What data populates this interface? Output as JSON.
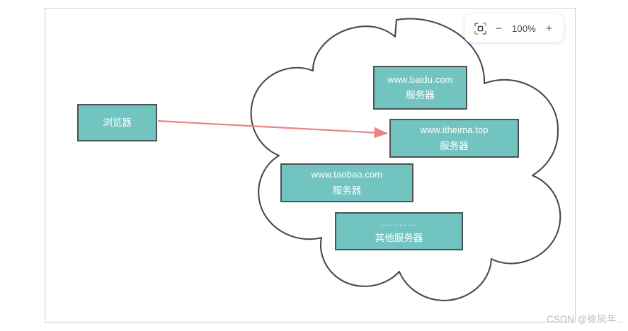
{
  "toolbar": {
    "fit_icon": "fit-to-view-icon",
    "zoom_out_label": "−",
    "zoom_level": "100%",
    "zoom_in_label": "+"
  },
  "diagram": {
    "cloud_label": "internet-cloud",
    "nodes": [
      {
        "id": "node-browser",
        "name": "browser-node",
        "line_1": "",
        "line_2": "浏览器"
      },
      {
        "id": "node-baidu",
        "name": "server-node-baidu",
        "line_1": "www.baidu.com",
        "line_2": "服务器"
      },
      {
        "id": "node-itheima",
        "name": "server-node-itheima",
        "line_1": "www.itheima.top",
        "line_2": "服务器"
      },
      {
        "id": "node-taobao",
        "name": "server-node-taobao",
        "line_1": "www.taobao.com",
        "line_2": "服务器"
      },
      {
        "id": "node-other",
        "name": "server-node-other",
        "line_1": "…………",
        "line_2": "其他服务器"
      }
    ],
    "connector": {
      "name": "browser-to-itheima-arrow",
      "from": "node-browser",
      "to": "node-itheima",
      "color": "#ea8383"
    }
  },
  "colors": {
    "node_fill": "#72c4c0",
    "node_border": "#4f5354",
    "cloud_stroke": "#4a4a4a",
    "frame_border": "#cdcdcd",
    "arrow": "#ea8383",
    "watermark": "#b9b9b9"
  },
  "watermark": {
    "text": "CSDN @徐凤年.."
  }
}
